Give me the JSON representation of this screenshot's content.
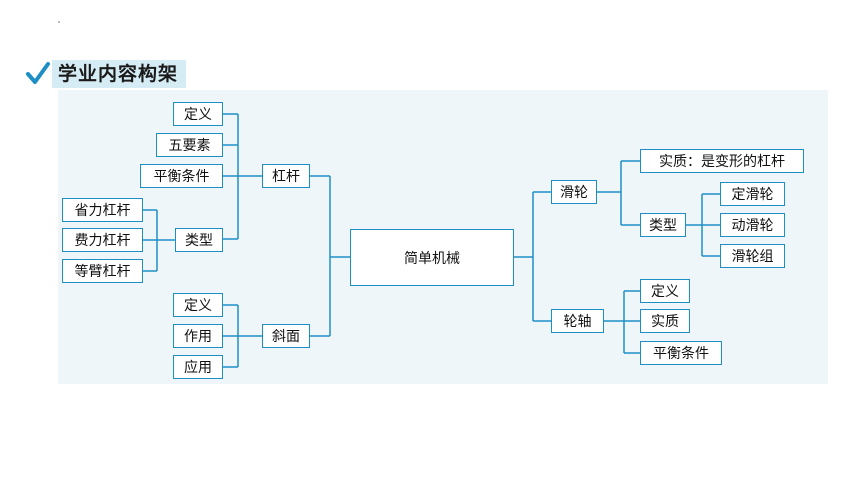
{
  "header": {
    "title": "学业内容构架",
    "check_icon": "check-icon",
    "accent": "#1e8fc6",
    "title_bg": "#d6ecf5"
  },
  "diagram": {
    "root": "简单机械",
    "lever": {
      "label": "杠杆",
      "children": [
        "定义",
        "五要素",
        "平衡条件"
      ],
      "types": {
        "label": "类型",
        "items": [
          "省力杠杆",
          "费力杠杆",
          "等臂杠杆"
        ]
      }
    },
    "incline": {
      "label": "斜面",
      "children": [
        "定义",
        "作用",
        "应用"
      ]
    },
    "pulley": {
      "label": "滑轮",
      "essence": "实质：是变形的杠杆",
      "types": {
        "label": "类型",
        "items": [
          "定滑轮",
          "动滑轮",
          "滑轮组"
        ]
      }
    },
    "axle": {
      "label": "轮轴",
      "children": [
        "定义",
        "实质",
        "平衡条件"
      ]
    }
  }
}
